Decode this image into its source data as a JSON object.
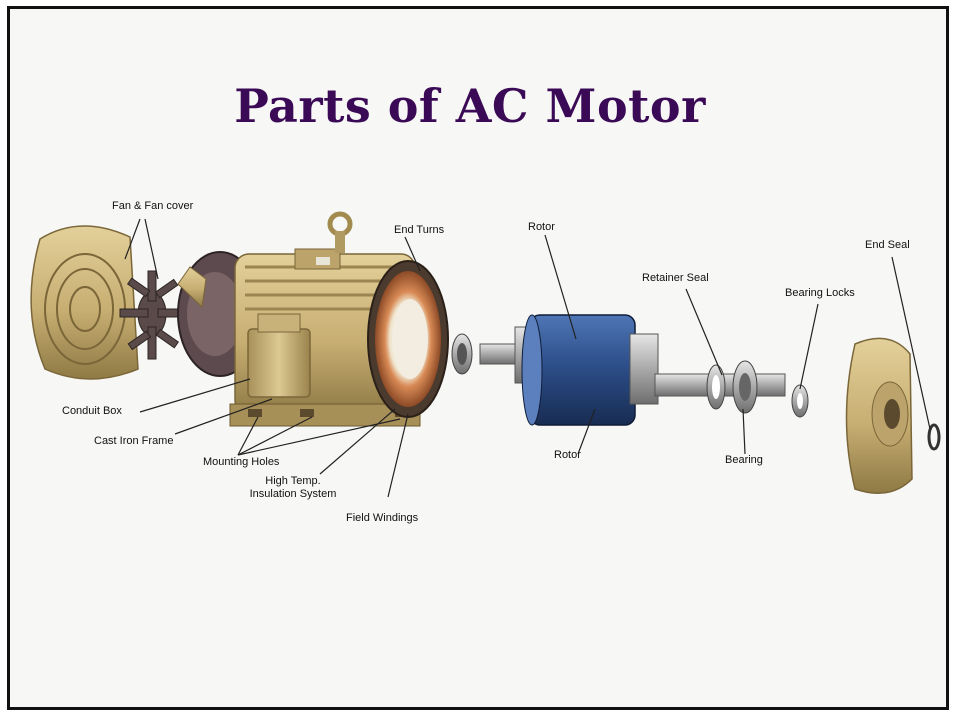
{
  "title": "Parts of AC Motor",
  "labels": {
    "fan_cover": "Fan & Fan cover",
    "end_turns": "End Turns",
    "rotor_top": "Rotor",
    "retainer_seal": "Retainer Seal",
    "end_seal": "End Seal",
    "bearing_locks": "Bearing Locks",
    "conduit_box": "Conduit Box",
    "cast_iron_frame": "Cast Iron Frame",
    "mounting_holes": "Mounting Holes",
    "insulation_line1": "High Temp.",
    "insulation_line2": "Insulation System",
    "field_windings": "Field Windings",
    "rotor_bottom": "Rotor",
    "bearing": "Bearing"
  },
  "colors": {
    "title": "#3b0a57",
    "casting": "#cbb47a",
    "rotor": "#2d4f8a",
    "windings": "#c8642e"
  }
}
